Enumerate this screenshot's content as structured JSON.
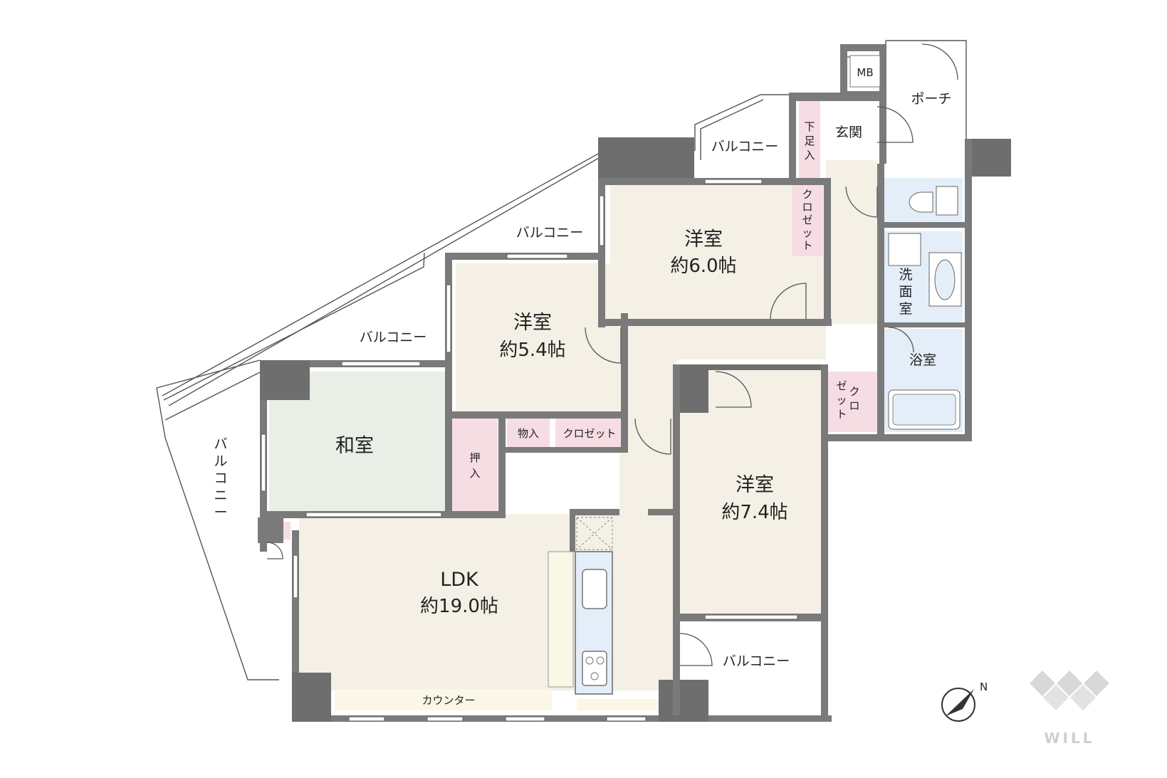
{
  "rooms": {
    "western1": {
      "name": "洋室",
      "size": "約6.0帖"
    },
    "western2": {
      "name": "洋室",
      "size": "約5.4帖"
    },
    "western3": {
      "name": "洋室",
      "size": "約7.4帖"
    },
    "japanese": {
      "name": "和室"
    },
    "ldk": {
      "name": "LDK",
      "size": "約19.0帖"
    }
  },
  "labels": {
    "mb": "MB",
    "porch": "ポーチ",
    "entrance": "玄関",
    "shoe_storage": [
      "下",
      "足",
      "入"
    ],
    "closet_vertical": [
      "ク",
      "ロ",
      "ゼ",
      "ッ",
      "ト"
    ],
    "washroom": [
      "洗",
      "面",
      "室"
    ],
    "bathroom": "浴室",
    "closet_small": [
      "ゼ",
      "ク",
      "ッ",
      "ロ",
      "ト"
    ],
    "storage": "物入",
    "closet": "クロゼット",
    "oshiire": [
      "押",
      "入"
    ],
    "counter": "カウンター",
    "balcony": "バルコニー",
    "balcony_vertical": [
      "バ",
      "ル",
      "コ",
      "ニ",
      "ー"
    ]
  },
  "compass": {
    "north": "N"
  },
  "brand": {
    "name": "WILL"
  },
  "colors": {
    "wall": "#7a7a7a",
    "western_floor": "#f4f0e6",
    "japanese_floor": "#e9eee6",
    "storage_pink": "#f6dde3",
    "wet_blue": "#e4eef8",
    "counter_cream": "#faf7e6"
  }
}
